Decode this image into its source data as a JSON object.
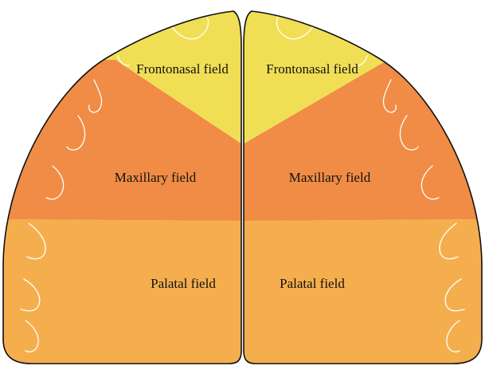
{
  "diagram": {
    "colors": {
      "frontonasal": "#f0df55",
      "maxillary": "#f08c45",
      "palatal": "#f5ae4e",
      "outline": "#111111",
      "marks": "#ffffff",
      "background": "#ffffff"
    },
    "left_lobe": {
      "frontonasal_label": "Frontonasal field",
      "maxillary_label": "Maxillary field",
      "palatal_label": "Palatal field"
    },
    "right_lobe": {
      "frontonasal_label": "Frontonasal field",
      "maxillary_label": "Maxillary field",
      "palatal_label": "Palatal field"
    }
  }
}
